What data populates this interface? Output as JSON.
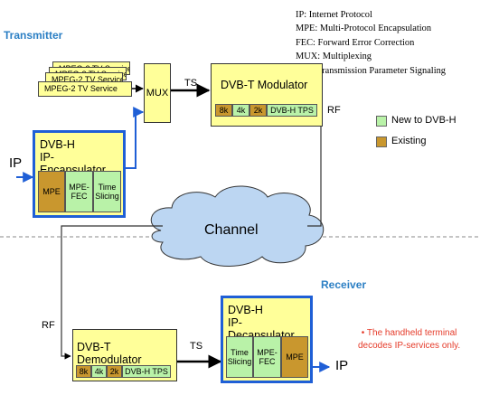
{
  "transmitter_label": "Transmitter",
  "receiver_label": "Receiver",
  "abbreviations": [
    "IP: Internet Protocol",
    "MPE: Multi-Protocol Encapsulation",
    "FEC: Forward Error Correction",
    "MUX: Multiplexing",
    "TPS: Transmission Parameter Signaling"
  ],
  "legend": {
    "new": "New to DVB-H",
    "existing": "Existing",
    "new_color": "#b9f2a8",
    "existing_color": "#c9972e"
  },
  "mpeg_services": [
    "MPEG-2 TV Service",
    "MPEG-2 TV Service",
    "MPEG-2 TV Service",
    "MPEG-2 TV Service"
  ],
  "mux": "MUX",
  "ts_label": "TS",
  "rf_label": "RF",
  "ip_label": "IP",
  "modulator": {
    "title": "DVB-T Modulator",
    "blocks": [
      "8k",
      "4k",
      "2k",
      "DVB-H TPS"
    ]
  },
  "encapsulator": {
    "title_line1": "DVB-H",
    "title_line2": "IP- Encapsulator",
    "blocks": [
      "MPE",
      "MPE-FEC",
      "Time Slicing"
    ]
  },
  "channel": "Channel",
  "demodulator": {
    "title": "DVB-T Demodulator",
    "blocks": [
      "8k",
      "4k",
      "2k",
      "DVB-H TPS"
    ]
  },
  "decapsulator": {
    "title_line1": "DVB-H",
    "title_line2": "IP- Decapsulator",
    "blocks": [
      "Time Slicing",
      "MPE-FEC",
      "MPE"
    ]
  },
  "note_line1": "• The handheld terminal",
  "note_line2": "decodes IP-services only.",
  "colors": {
    "box_fill": "#ffff99",
    "encapsulator_border": "#1f5fd6",
    "arrow_blue": "#1f5fd6",
    "section_label": "#2b7fc4",
    "channel_cloud": "#bcd6f2",
    "note": "#e53b2a"
  }
}
